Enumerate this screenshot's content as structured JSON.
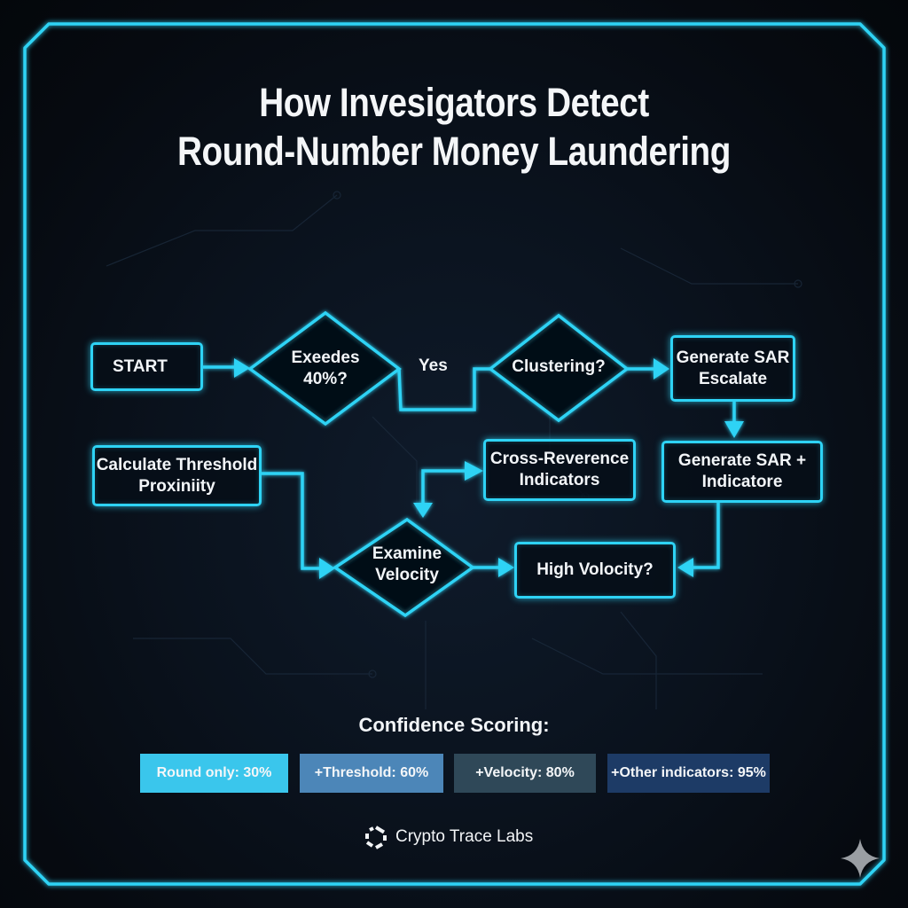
{
  "title": {
    "line1": "How Invesigators Detect",
    "line2": "Round-Number Money Laundering"
  },
  "colors": {
    "accent": "#2ed3f5",
    "background": "#05080d",
    "text": "#f2f5f8"
  },
  "flowchart": {
    "nodes": {
      "start": {
        "label": "START",
        "shape": "box"
      },
      "exceeds": {
        "line1": "Exeedes",
        "line2": "40%?",
        "shape": "diamond"
      },
      "clustering": {
        "label": "Clustering?",
        "shape": "diamond"
      },
      "generate_sar_escalate": {
        "line1": "Generate SAR",
        "line2": "Escalate",
        "shape": "box"
      },
      "calculate_threshold": {
        "line1": "Calculate Threshold",
        "line2": "Proxiniity",
        "shape": "box"
      },
      "cross_reference": {
        "line1": "Cross-Reverence",
        "line2": "Indicators",
        "shape": "box"
      },
      "generate_sar_indicators": {
        "line1": "Generate SAR +",
        "line2": "Indicatore",
        "shape": "box"
      },
      "examine_velocity": {
        "line1": "Examine",
        "line2": "Velocity",
        "shape": "diamond"
      },
      "high_velocity": {
        "label": "High Volocity?",
        "shape": "box"
      }
    },
    "edge_labels": {
      "yes": "Yes"
    }
  },
  "confidence": {
    "title": "Confidence Scoring:",
    "items": [
      {
        "label": "Round only: 30%",
        "value": 30,
        "color": "#3ac6ec"
      },
      {
        "label": "+Threshold: 60%",
        "value": 60,
        "color": "#4c86b8"
      },
      {
        "label": "+Velocity: 80%",
        "value": 80,
        "color": "#2f4858"
      },
      {
        "label": "+Other indicators: 95%",
        "value": 95,
        "color": "#1d3b66"
      }
    ]
  },
  "brand": {
    "name": "Crypto Trace Labs",
    "logo_icon": "hexagon-logo-icon"
  },
  "watermark_icon": "sparkle-icon"
}
